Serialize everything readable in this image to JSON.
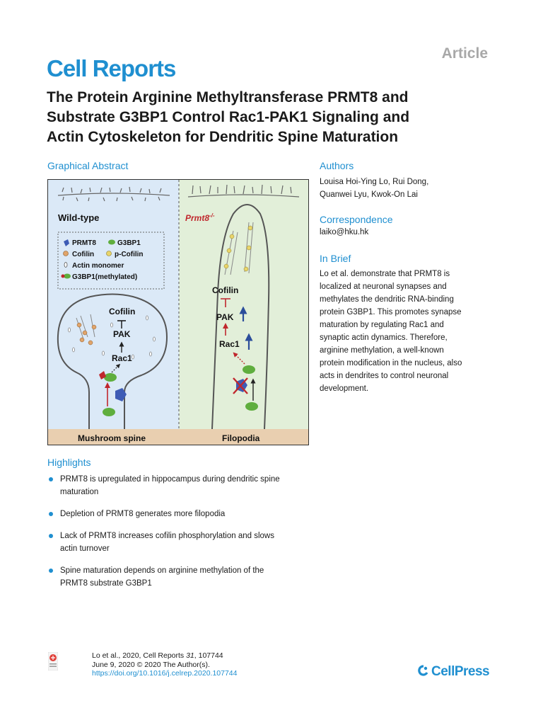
{
  "header": {
    "journal": "Cell Reports",
    "article_type": "Article",
    "title_lines": [
      "The Protein Arginine Methyltransferase PRMT8 and",
      "Substrate G3BP1 Control Rac1-PAK1 Signaling and",
      "Actin Cytoskeleton for Dendritic Spine Maturation"
    ]
  },
  "graphical_abstract": {
    "heading": "Graphical Abstract",
    "left_panel": {
      "title": "Wild-type",
      "footer": "Mushroom spine",
      "legend": [
        "PRMT8",
        "G3BP1",
        "Cofilin",
        "p-Cofilin",
        "Actin monomer",
        "G3BP1(methylated)"
      ],
      "cofilin": "Cofilin",
      "pak": "PAK",
      "rac1": "Rac1"
    },
    "right_panel": {
      "title": "Prmt8",
      "title_sup": "-/-",
      "footer": "Filopodia",
      "cofilin": "Cofilin",
      "pak": "PAK",
      "rac1": "Rac1"
    },
    "colors": {
      "left_bg": "#dbe9f7",
      "right_bg": "#e2efd9",
      "footer_bg": "#e9cfb0",
      "g3bp1": "#5fae3e",
      "prmt8": "#3d5bb5",
      "methyl": "#c0272d",
      "arrow_up": "#2b4d9b"
    }
  },
  "authors": {
    "heading": "Authors",
    "lines": [
      "Louisa Hoi-Ying Lo, Rui Dong,",
      "Quanwei Lyu, Kwok-On Lai"
    ]
  },
  "correspondence": {
    "heading": "Correspondence",
    "email": "laiko@hku.hk"
  },
  "in_brief": {
    "heading": "In Brief",
    "lines": [
      "Lo et al. demonstrate that PRMT8 is",
      "localized at neuronal synapses and",
      "methylates the dendritic RNA-binding",
      "protein G3BP1. This promotes synapse",
      "maturation by regulating Rac1 and",
      "synaptic actin dynamics. Therefore,",
      "arginine methylation, a well-known",
      "protein modification in the nucleus, also",
      "acts in dendrites to control neuronal",
      "development."
    ]
  },
  "highlights": {
    "heading": "Highlights",
    "items": [
      [
        "PRMT8 is upregulated in hippocampus during dendritic spine",
        "maturation"
      ],
      [
        "Depletion of PRMT8 generates more filopodia"
      ],
      [
        "Lack of PRMT8 increases cofilin phosphorylation and slows",
        "actin turnover"
      ],
      [
        "Spine maturation depends on arginine methylation of the",
        "PRMT8 substrate G3BP1"
      ]
    ]
  },
  "footer": {
    "citation_prefix": "Lo et al., 2020, Cell Reports ",
    "volume": "31",
    "citation_suffix": ", 107744",
    "date_line": "June 9, 2020 © 2020 The Author(s).",
    "doi": "https://doi.org/10.1016/j.celrep.2020.107744",
    "publisher": "CellPress"
  }
}
